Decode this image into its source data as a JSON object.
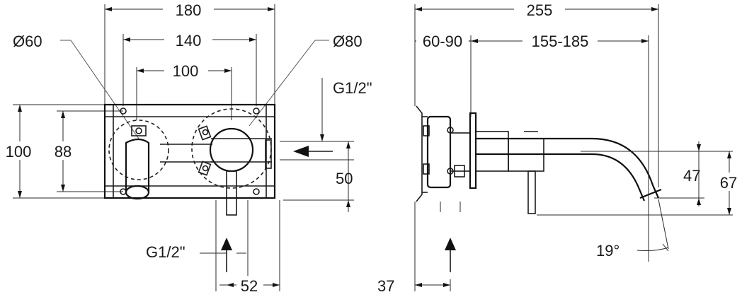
{
  "front_view": {
    "width_overall": "180",
    "width_holes": "140",
    "inlet_spacing": "100",
    "height_overall": "100",
    "height_holes": "88",
    "diameter_left": "Ø60",
    "diameter_right": "Ø80",
    "thread_side": "G1/2\"",
    "thread_bottom": "G1/2\"",
    "inlet_height": "50",
    "bottom_offset": "52"
  },
  "side_view": {
    "length_overall": "255",
    "wall_range": "60-90",
    "spout_range": "155-185",
    "outlet_height_1": "47",
    "outlet_height_2": "67",
    "outlet_angle": "19°",
    "wall_depth": "37"
  }
}
